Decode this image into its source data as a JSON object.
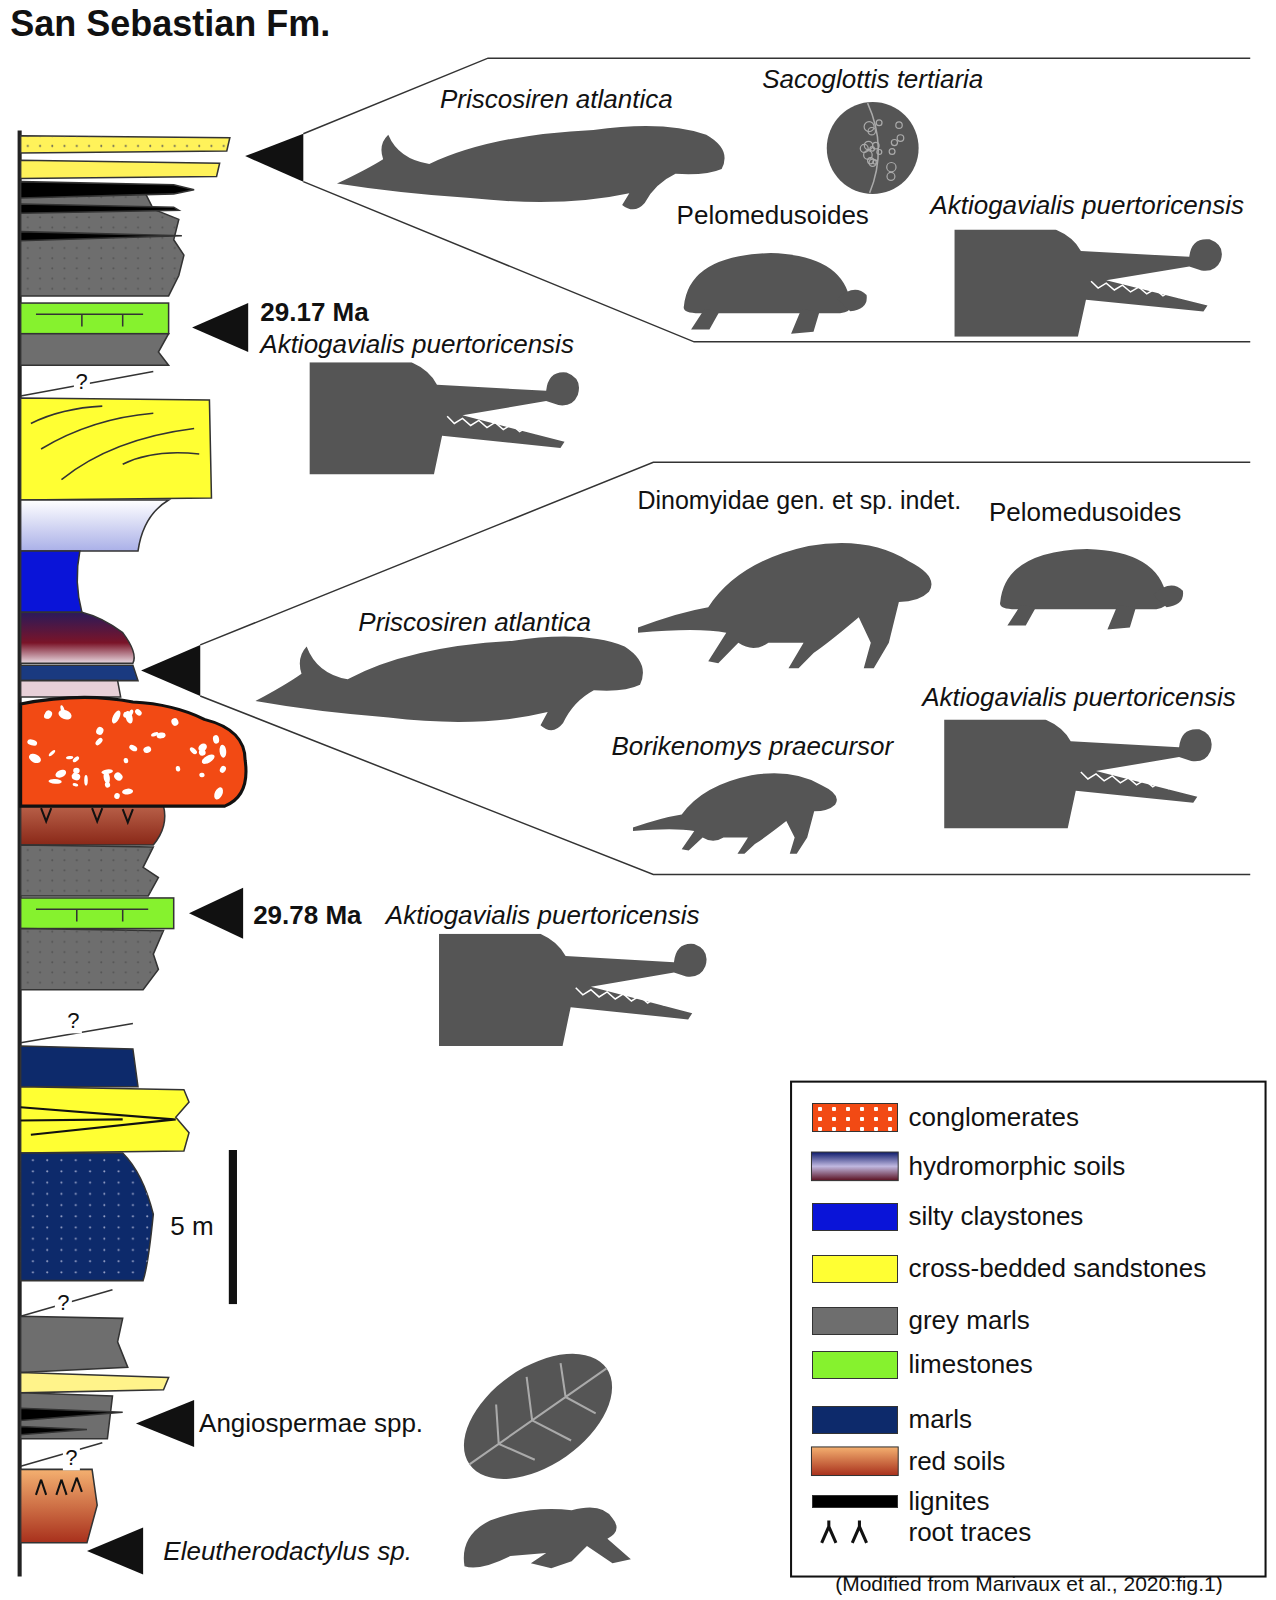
{
  "diagram": {
    "title": "San Sebastian Fm.",
    "caption": "(Modified from Marivaux et al., 2020:fig.1)",
    "labels": [
      "Priscosiren atlantica",
      "Sacoglottis tertiaria",
      "Pelomedusoides",
      "Aktiogavialis puertoricensis",
      "29.17 Ma",
      "Aktiogavialis puertoricensis",
      "Dinomyidae gen. et sp. indet.",
      "Pelomedusoides",
      "Priscosiren atlantica",
      "Aktiogavialis puertoricensis",
      "Borikenomys praecursor",
      "29.78 Ma",
      "Aktiogavialis puertoricensis",
      "5 m",
      "?",
      "?",
      "?",
      "?",
      "Angiospermae spp.",
      "Eleutherodactylus sp."
    ],
    "legend": [
      {
        "text": "conglomerates",
        "color": "#f24a14"
      },
      {
        "text": "hydromorphic soils"
      },
      {
        "text": "silty claystones",
        "color": "#0a14d8"
      },
      {
        "text": "cross-bedded sandstones",
        "color": "#ffff33"
      },
      {
        "text": "grey marls",
        "color": "#6e6e6e"
      },
      {
        "text": "limestones",
        "color": "#86f22e"
      },
      {
        "text": "marls",
        "color": "#0d2a6b"
      },
      {
        "text": "red soils"
      },
      {
        "text": "lignites",
        "color": "#000000"
      },
      {
        "text": "root traces"
      }
    ]
  }
}
